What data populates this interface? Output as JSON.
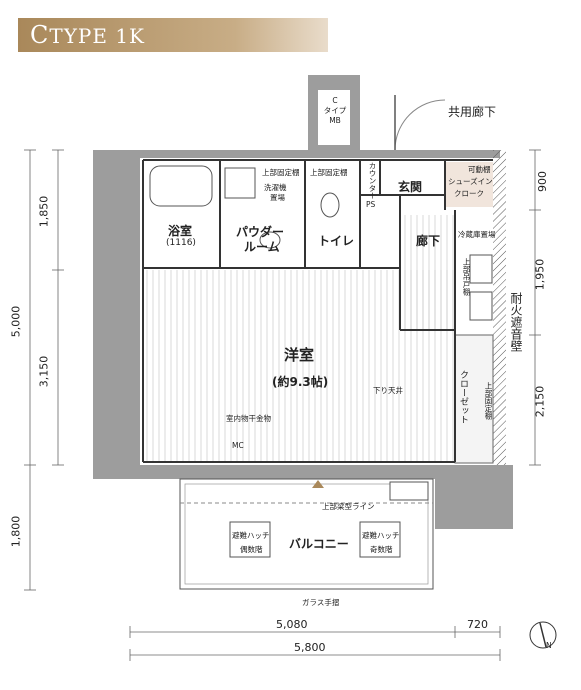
{
  "title": {
    "letter": "C",
    "text": "TYPE 1K"
  },
  "rooms": {
    "youshitsu": "洋室",
    "youshitsu_size": "(約9.3帖)",
    "bath": "浴室",
    "bath_size": "(1116)",
    "powder": "パウダー",
    "powder2": "ルーム",
    "toilet": "トイレ",
    "genkan": "玄関",
    "rouka": "廊下",
    "balcony": "バルコニー",
    "closet": "クローゼット",
    "shoes1": "シューズイン",
    "shoes2": "クローク",
    "shoes_top": "可動棚",
    "kyoyo": "共用廊下",
    "mb": "C\nタイプ\nMB",
    "taika": "耐火遮音壁",
    "counter": "カウンター",
    "ps": "PS"
  },
  "notes": {
    "jobu1": "上部固定棚",
    "sentakuki1": "洗濯機",
    "sentakuki2": "置場",
    "jobu2": "上部固定棚",
    "reizoko": "冷蔵庫置場",
    "jobu_tobira": "上部吊戸棚",
    "shitsunai": "室内物干金物",
    "sagari": "下り天井",
    "jobu_hari": "上部梁型ライン",
    "jobu_kotei_closet": "上部固定棚",
    "hatch1a": "避難ハッチ",
    "hatch1b": "偶数階",
    "hatch2a": "避難ハッチ",
    "hatch2b": "奇数階",
    "glass": "ガラス手摺",
    "mc": "MC"
  },
  "dims": {
    "left_total": "5,000",
    "left_top": "1,850",
    "left_mid": "3,150",
    "left_bal": "1,800",
    "right_top": "900",
    "right_mid": "1,950",
    "right_bot": "2,150",
    "bottom_a": "5,080",
    "bottom_b": "720",
    "bottom_total": "5,800"
  },
  "compass": "N"
}
